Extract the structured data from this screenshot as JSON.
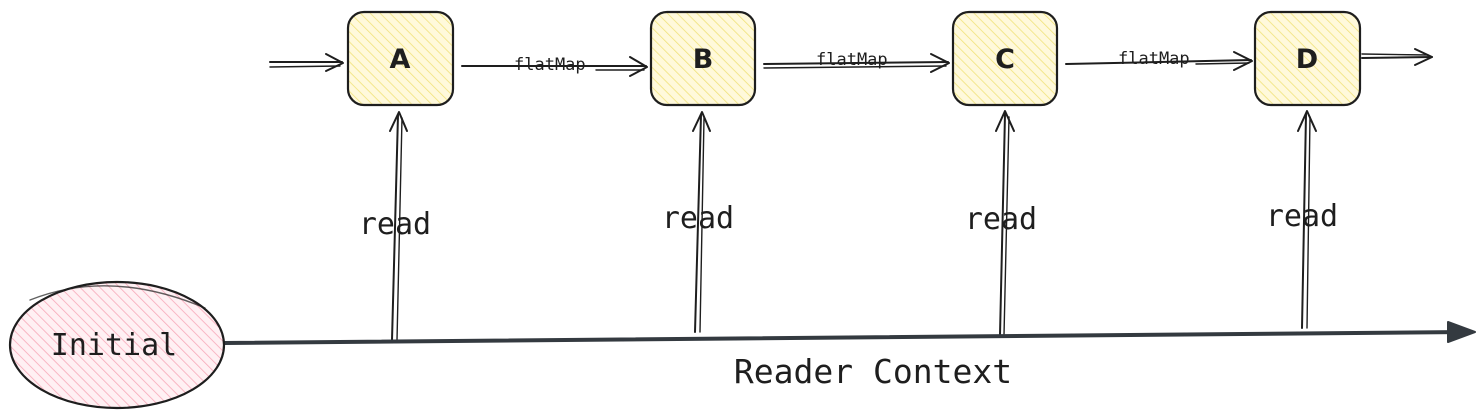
{
  "colors": {
    "box_fill": "#fff9db",
    "box_hatch": "#f0e27a",
    "initial_fill": "#fff0f3",
    "initial_hatch": "#f7a8b8",
    "stroke": "#1e1e1e",
    "axis": "#343a40"
  },
  "nodes": [
    {
      "id": "a",
      "label": "A"
    },
    {
      "id": "b",
      "label": "B"
    },
    {
      "id": "c",
      "label": "C"
    },
    {
      "id": "d",
      "label": "D"
    }
  ],
  "edges": [
    {
      "from": "A",
      "to": "B",
      "label": "flatMap"
    },
    {
      "from": "B",
      "to": "C",
      "label": "flatMap"
    },
    {
      "from": "C",
      "to": "D",
      "label": "flatMap"
    }
  ],
  "reads": [
    {
      "target": "A",
      "label": "read"
    },
    {
      "target": "B",
      "label": "read"
    },
    {
      "target": "C",
      "label": "read"
    },
    {
      "target": "D",
      "label": "read"
    }
  ],
  "initial": {
    "label": "Initial"
  },
  "context": {
    "label": "Reader Context"
  }
}
